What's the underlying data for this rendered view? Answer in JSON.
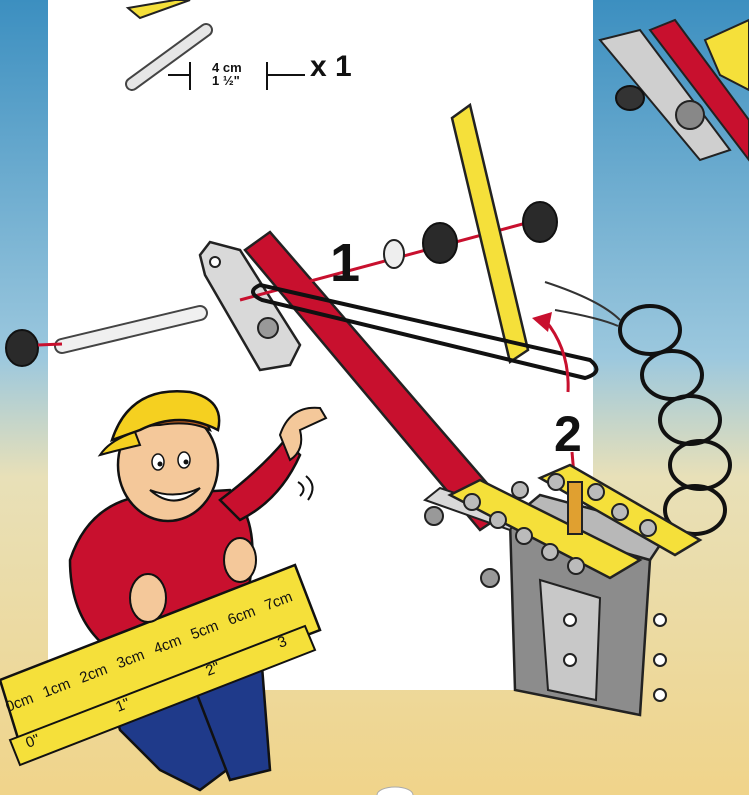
{
  "parts_needed": {
    "rod_length_cm": "4 cm",
    "rod_length_in": "1 ½\"",
    "quantity": "x 1"
  },
  "steps": {
    "step1": "1",
    "step2": "2"
  },
  "ruler": {
    "cm_marks": [
      "0cm",
      "1cm",
      "2cm",
      "3cm",
      "4cm",
      "5cm",
      "6cm",
      "7cm"
    ],
    "inch_marks": [
      "0\"",
      "1\"",
      "2\"",
      "3"
    ]
  },
  "colors": {
    "sky_top": "#3c8fc0",
    "sand": "#f0d48a",
    "strip_red": "#c8102e",
    "strip_yellow": "#f5e03a",
    "metal_gray": "#9a9a9a"
  }
}
